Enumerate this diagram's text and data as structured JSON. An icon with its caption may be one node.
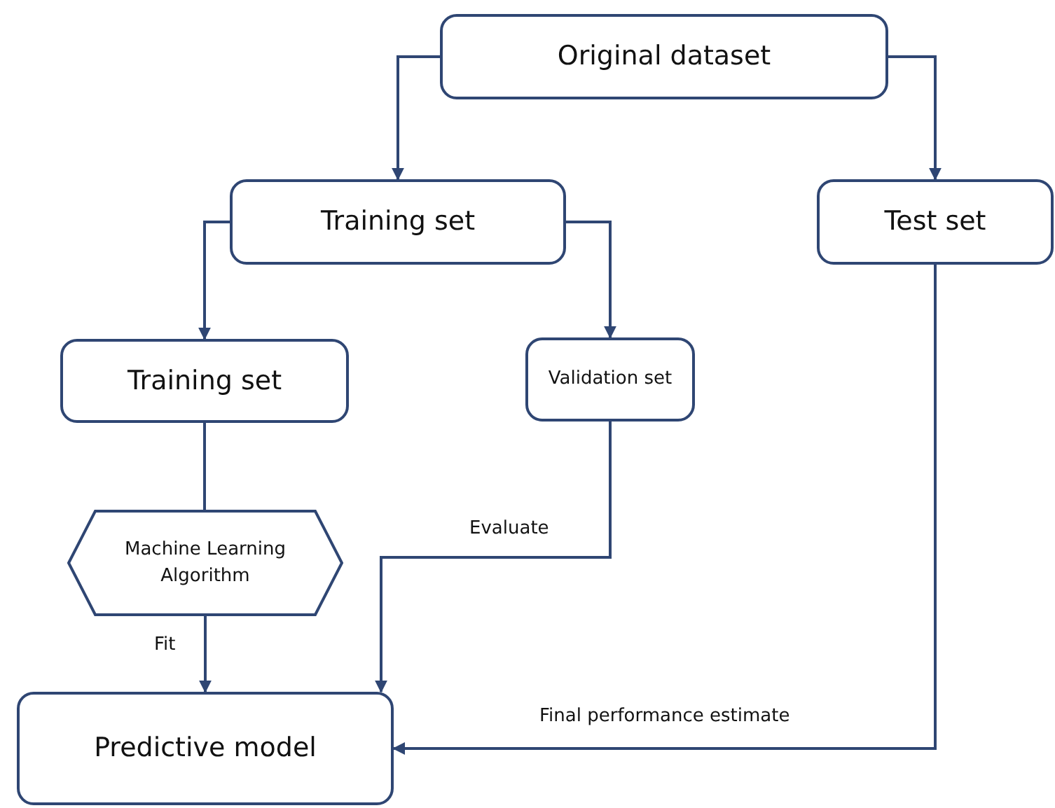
{
  "diagram": {
    "nodes": [
      {
        "text": [
          "Original dataset"
        ]
      },
      {
        "text": [
          "Training set"
        ]
      },
      {
        "text": [
          "Test set"
        ]
      },
      {
        "text": [
          "Training set"
        ]
      },
      {
        "text": [
          "Validation set"
        ]
      },
      {
        "text": [
          "Machine Learning Algorithm"
        ]
      },
      {
        "text": [
          "Predictive model"
        ]
      }
    ],
    "edges": [
      {
        "from": 0,
        "to": 1,
        "arrow": "to"
      },
      {
        "from": 0,
        "to": 2,
        "arrow": "to"
      },
      {
        "from": 1,
        "to": 3,
        "arrow": "to"
      },
      {
        "from": 1,
        "to": 4,
        "arrow": "to"
      },
      {
        "from": 3,
        "to": 5,
        "arrow": "none"
      },
      {
        "from": 5,
        "to": 6,
        "arrow": "to",
        "label": "Fit"
      },
      {
        "from": 4,
        "to": 6,
        "arrow": "to",
        "label": "Evaluate"
      },
      {
        "from": 2,
        "to": 6,
        "arrow": "to",
        "label": "Final performance estimate"
      }
    ]
  }
}
